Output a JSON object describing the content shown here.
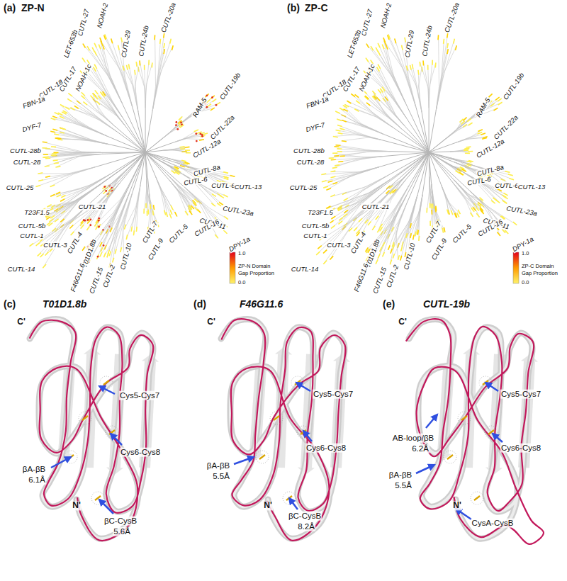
{
  "diagram": {
    "labels": [
      "(a)",
      "ZP-N",
      "CUTL-27",
      "NOAH-2",
      "LET-653b",
      "CUTL-29",
      "CUTL-24b",
      "CUTL-20a",
      "CUTL-19b",
      "NOAH-1c",
      "CUTL-17",
      "CUTL-18",
      "FBN-1a",
      "RAM-5",
      "CUTL-22a",
      "DYF-7",
      "CUTL-28b",
      "CUTL-28",
      "CUTL-12a",
      "CUTL-8a",
      "CUTL-6",
      "CUTL-6",
      "CUTL-13",
      "CUTL-25",
      "T23F1.5",
      "CUTL-23a",
      "CUTL-11",
      "CUTL-21",
      "CUTL-5b",
      "CUTL-1",
      "CUTL-3",
      "CUTL-4",
      "T01D1.8b",
      "CUTL-14",
      "F46G11.6",
      "CUTL-15",
      "CUTL-2",
      "CUTL-10",
      "CUTL-9",
      "CUTL-7",
      "CUTL-5",
      "CUTL-16",
      "DPY-1a",
      "1.0",
      "ZP-N Domain",
      "Gap Proportion",
      "0.0",
      "(b)",
      "ZP-C",
      "CUTL-27",
      "NOAH-2",
      "LET-653b",
      "CUTL-29",
      "CUTL-24b",
      "CUTL-20a",
      "CUTL-19b",
      "NOAH-1c",
      "CUTL-17",
      "CUTL-18",
      "FBN-1a",
      "RAM-5",
      "CUTL-22a",
      "DYF-7",
      "CUTL-28b",
      "CUTL-28",
      "CUTL-12a",
      "CUTL-8a",
      "CUTL-6",
      "CUTL-6",
      "CUTL-13",
      "CUTL-25",
      "T23F1.5",
      "CUTL-23a",
      "CUTL-11",
      "CUTL-21",
      "CUTL-5b",
      "CUTL-1",
      "CUTL-3",
      "CUTL-4",
      "T01D1.8b",
      "CUTL-14",
      "F46G11.6",
      "CUTL-15",
      "CUTL-2",
      "CUTL-10",
      "CUTL-9",
      "CUTL-7",
      "CUTL-5",
      "CUTL-16",
      "DPY-1a",
      "1.0",
      "ZP-C Domain",
      "Gap Proportion",
      "0.0",
      "(c)",
      "T01D1.8b",
      "C'",
      "Cys5-Cys7",
      "βA-βB",
      "6.1Å",
      "Cys6-Cys8",
      "N'",
      "βC-CysB",
      "5.6Å",
      "(d)",
      "F46G11.6",
      "C'",
      "Cys5-Cys7",
      "βA-βB",
      "5.5Å",
      "Cys6-Cys8",
      "N'",
      "βC-CysB",
      "8.2Å",
      "(e)",
      "CUTL-19b",
      "C'",
      "Cys5-Cys7",
      "AB-loop/βB",
      "6.2Å",
      "βA-βB",
      "5.5Å",
      "Cys6-Cys8",
      "N'",
      "CysA-CysB"
    ]
  }
}
